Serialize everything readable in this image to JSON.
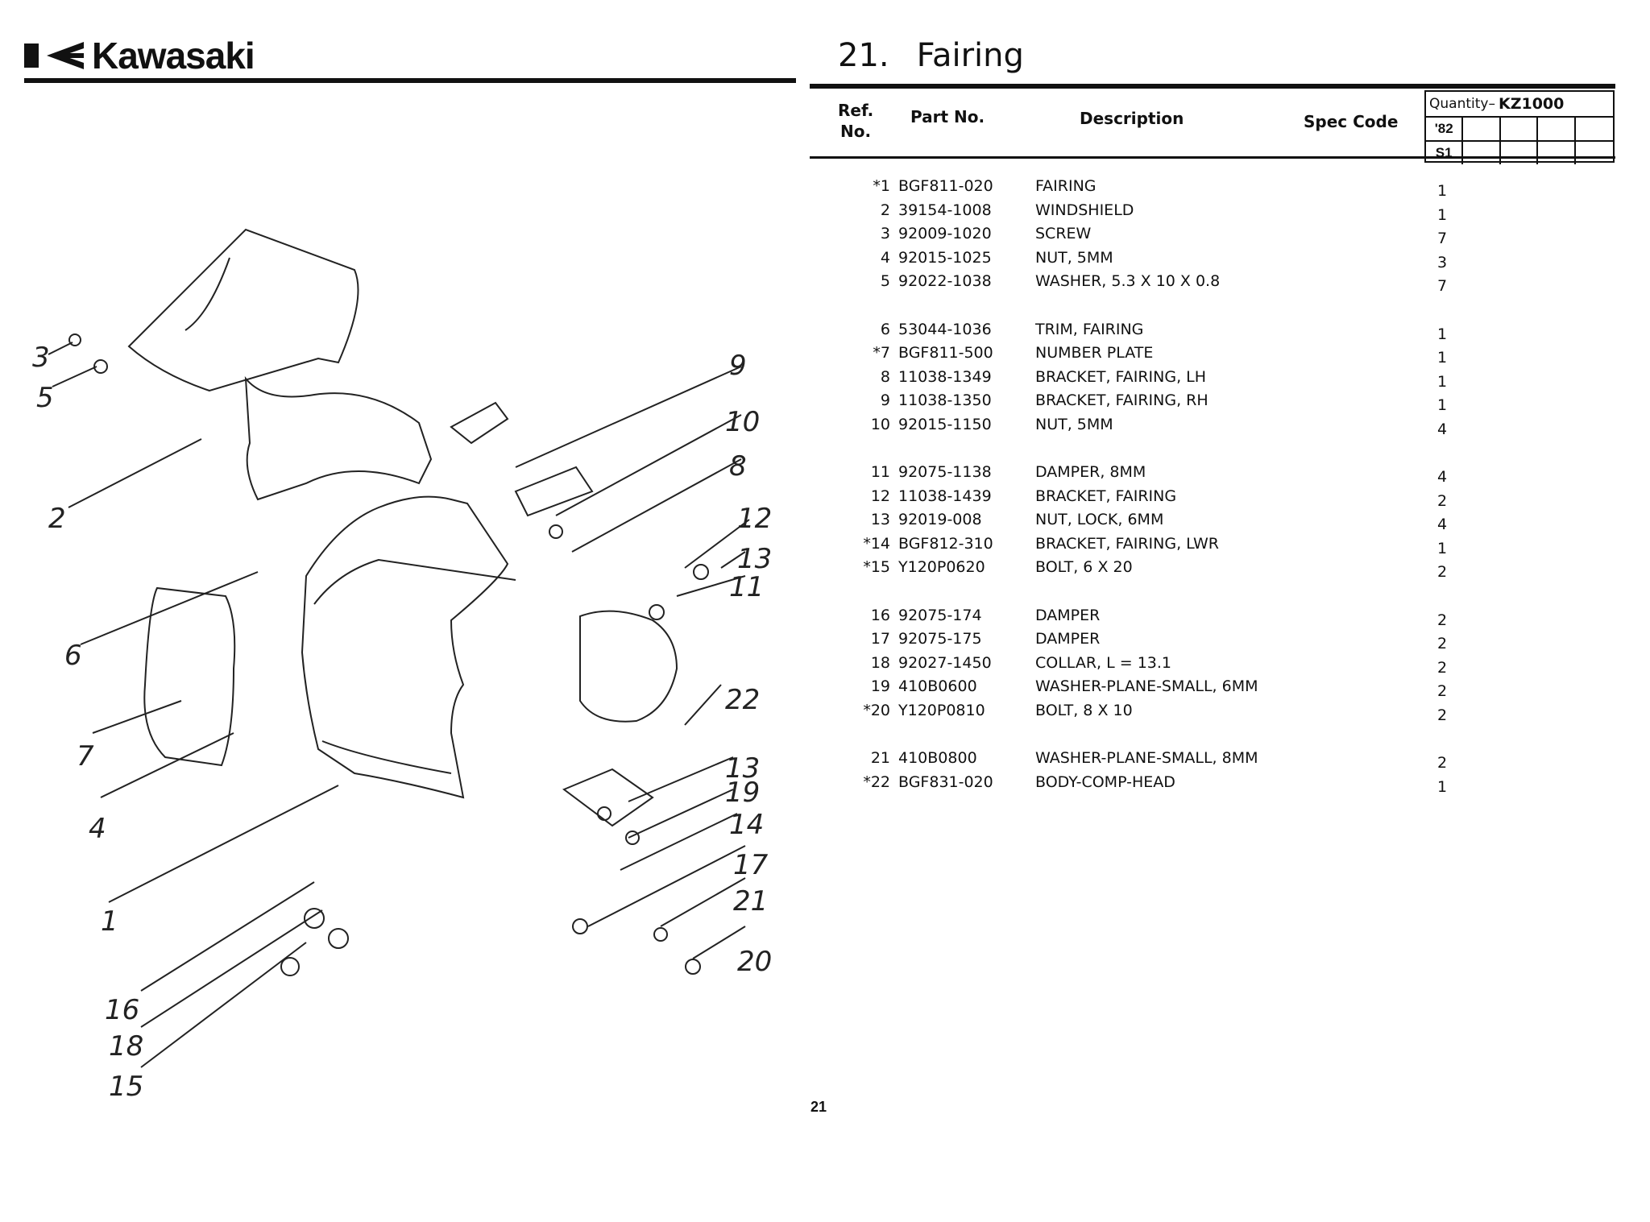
{
  "header": {
    "brand": "Kawasaki",
    "section_number": "21.",
    "section_title": "Fairing"
  },
  "columns": {
    "ref_line1": "Ref.",
    "ref_line2": "No.",
    "part_no": "Part  No.",
    "description": "Description",
    "spec_code": "Spec Code"
  },
  "quantity": {
    "label": "Quantity–",
    "model": "KZ1000",
    "year": "'82",
    "code": "S1"
  },
  "groups": [
    [
      {
        "ref": "*1",
        "part": "BGF811-020",
        "desc": "FAIRING",
        "qty": "1"
      },
      {
        "ref": "2",
        "part": "39154-1008",
        "desc": "WINDSHIELD",
        "qty": "1"
      },
      {
        "ref": "3",
        "part": "92009-1020",
        "desc": "SCREW",
        "qty": "7"
      },
      {
        "ref": "4",
        "part": "92015-1025",
        "desc": "NUT, 5MM",
        "qty": "3"
      },
      {
        "ref": "5",
        "part": "92022-1038",
        "desc": "WASHER, 5.3 X 10 X 0.8",
        "qty": "7"
      }
    ],
    [
      {
        "ref": "6",
        "part": "53044-1036",
        "desc": "TRIM, FAIRING",
        "qty": "1"
      },
      {
        "ref": "*7",
        "part": "BGF811-500",
        "desc": "NUMBER PLATE",
        "qty": "1"
      },
      {
        "ref": "8",
        "part": "11038-1349",
        "desc": "BRACKET, FAIRING, LH",
        "qty": "1"
      },
      {
        "ref": "9",
        "part": "11038-1350",
        "desc": "BRACKET, FAIRING, RH",
        "qty": "1"
      },
      {
        "ref": "10",
        "part": "92015-1150",
        "desc": "NUT, 5MM",
        "qty": "4"
      }
    ],
    [
      {
        "ref": "11",
        "part": "92075-1138",
        "desc": "DAMPER, 8MM",
        "qty": "4"
      },
      {
        "ref": "12",
        "part": "11038-1439",
        "desc": "BRACKET, FAIRING",
        "qty": "2"
      },
      {
        "ref": "13",
        "part": "92019-008",
        "desc": "NUT, LOCK, 6MM",
        "qty": "4"
      },
      {
        "ref": "*14",
        "part": "BGF812-310",
        "desc": "BRACKET, FAIRING, LWR",
        "qty": "1"
      },
      {
        "ref": "*15",
        "part": "Y120P0620",
        "desc": "BOLT, 6 X 20",
        "qty": "2"
      }
    ],
    [
      {
        "ref": "16",
        "part": "92075-174",
        "desc": "DAMPER",
        "qty": "2"
      },
      {
        "ref": "17",
        "part": "92075-175",
        "desc": "DAMPER",
        "qty": "2"
      },
      {
        "ref": "18",
        "part": "92027-1450",
        "desc": "COLLAR, L = 13.1",
        "qty": "2"
      },
      {
        "ref": "19",
        "part": "410B0600",
        "desc": "WASHER-PLANE-SMALL, 6MM",
        "qty": "2"
      },
      {
        "ref": "*20",
        "part": "Y120P0810",
        "desc": "BOLT, 8 X 10",
        "qty": "2"
      }
    ],
    [
      {
        "ref": "21",
        "part": "410B0800",
        "desc": "WASHER-PLANE-SMALL, 8MM",
        "qty": "2"
      },
      {
        "ref": "*22",
        "part": "BGF831-020",
        "desc": "BODY-COMP-HEAD",
        "qty": "1"
      }
    ]
  ],
  "diagram_labels": [
    "3",
    "5",
    "2",
    "6",
    "7",
    "4",
    "1",
    "16",
    "18",
    "15",
    "9",
    "10",
    "8",
    "12",
    "13",
    "11",
    "22",
    "13",
    "19",
    "14",
    "17",
    "21",
    "20"
  ],
  "page_number": "21"
}
